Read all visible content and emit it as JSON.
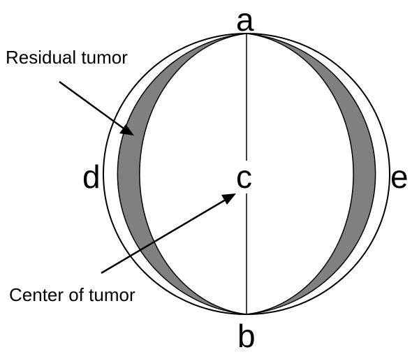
{
  "labels": {
    "top": "a",
    "bottom": "b",
    "center": "c",
    "left": "d",
    "right": "e"
  },
  "callouts": {
    "residual_tumor": "Residual tumor",
    "center_of_tumor": "Center of tumor"
  },
  "colors": {
    "residual_fill": "#808080",
    "outline": "#000000",
    "background": "#ffffff"
  }
}
